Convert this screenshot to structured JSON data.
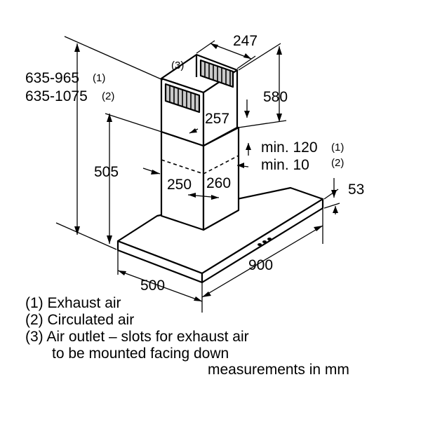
{
  "dimensions": {
    "height_exhaust": "635-965",
    "height_exhaust_note": "(1)",
    "height_circulated": "635-1075",
    "height_circulated_note": "(2)",
    "outlet_note": "(3)",
    "chimney_depth": "247",
    "chimney_height": "580",
    "chimney_width_upper": "257",
    "chimney_width_lower": "260",
    "chimney_depth_lower": "250",
    "hood_height": "505",
    "clearance_exhaust": "min. 120",
    "clearance_exhaust_note": "(1)",
    "clearance_circulated": "min. 10",
    "clearance_circulated_note": "(2)",
    "canopy_edge": "53",
    "canopy_width": "900",
    "canopy_depth": "500"
  },
  "legend": [
    "(1) Exhaust air",
    "(2) Circulated air",
    "(3) Air outlet – slots for exhaust air",
    "to be mounted facing down"
  ],
  "footer": "measurements in mm"
}
